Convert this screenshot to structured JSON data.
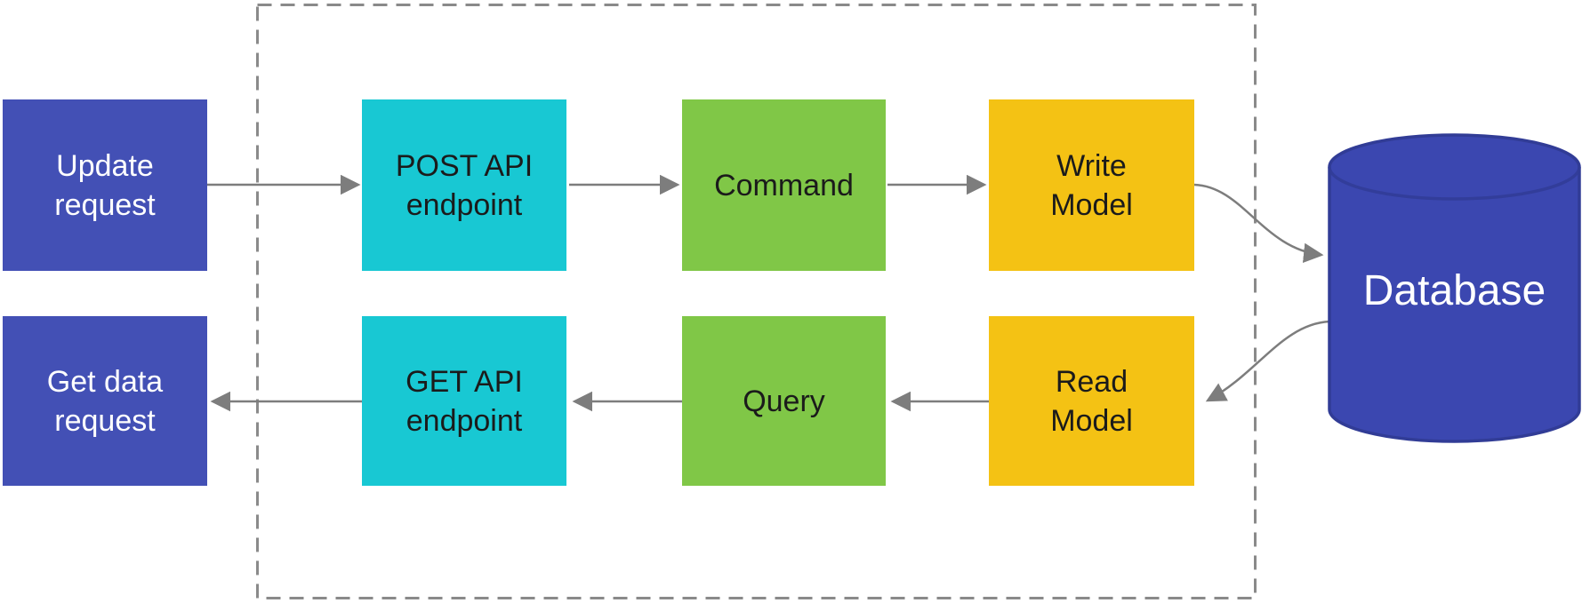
{
  "nodes": {
    "update_request": {
      "label": "Update\nrequest",
      "fill": "#4350B5",
      "text_color": "#FFFFFF"
    },
    "post_api_endpoint": {
      "label": "POST API\nendpoint",
      "fill": "#18C8D3",
      "text_color": "#1B1B1B"
    },
    "command": {
      "label": "Command",
      "fill": "#80C747",
      "text_color": "#1B1B1B"
    },
    "write_model": {
      "label": "Write\nModel",
      "fill": "#F4C214",
      "text_color": "#1B1B1B"
    },
    "get_data_request": {
      "label": "Get data\nrequest",
      "fill": "#4350B5",
      "text_color": "#FFFFFF"
    },
    "get_api_endpoint": {
      "label": "GET API\nendpoint",
      "fill": "#18C8D3",
      "text_color": "#1B1B1B"
    },
    "query": {
      "label": "Query",
      "fill": "#80C747",
      "text_color": "#1B1B1B"
    },
    "read_model": {
      "label": "Read\nModel",
      "fill": "#F4C214",
      "text_color": "#1B1B1B"
    },
    "database": {
      "label": "Database",
      "fill": "#3B47B0",
      "stroke": "#313C96",
      "text_color": "#FFFFFF"
    }
  },
  "edges": [
    {
      "from": "update_request",
      "to": "post_api_endpoint"
    },
    {
      "from": "post_api_endpoint",
      "to": "command"
    },
    {
      "from": "command",
      "to": "write_model"
    },
    {
      "from": "write_model",
      "to": "database"
    },
    {
      "from": "database",
      "to": "read_model"
    },
    {
      "from": "read_model",
      "to": "query"
    },
    {
      "from": "query",
      "to": "get_api_endpoint"
    },
    {
      "from": "get_api_endpoint",
      "to": "get_data_request"
    }
  ],
  "colors": {
    "background": "#FFFFFF",
    "arrow": "#7D7D7D",
    "boundary_dash": "#8A8A8A",
    "indigo": "#4350B5",
    "cyan": "#18C8D3",
    "green": "#80C747",
    "yellow": "#F4C214",
    "database_fill": "#3B47B0",
    "database_stroke": "#313C96"
  }
}
